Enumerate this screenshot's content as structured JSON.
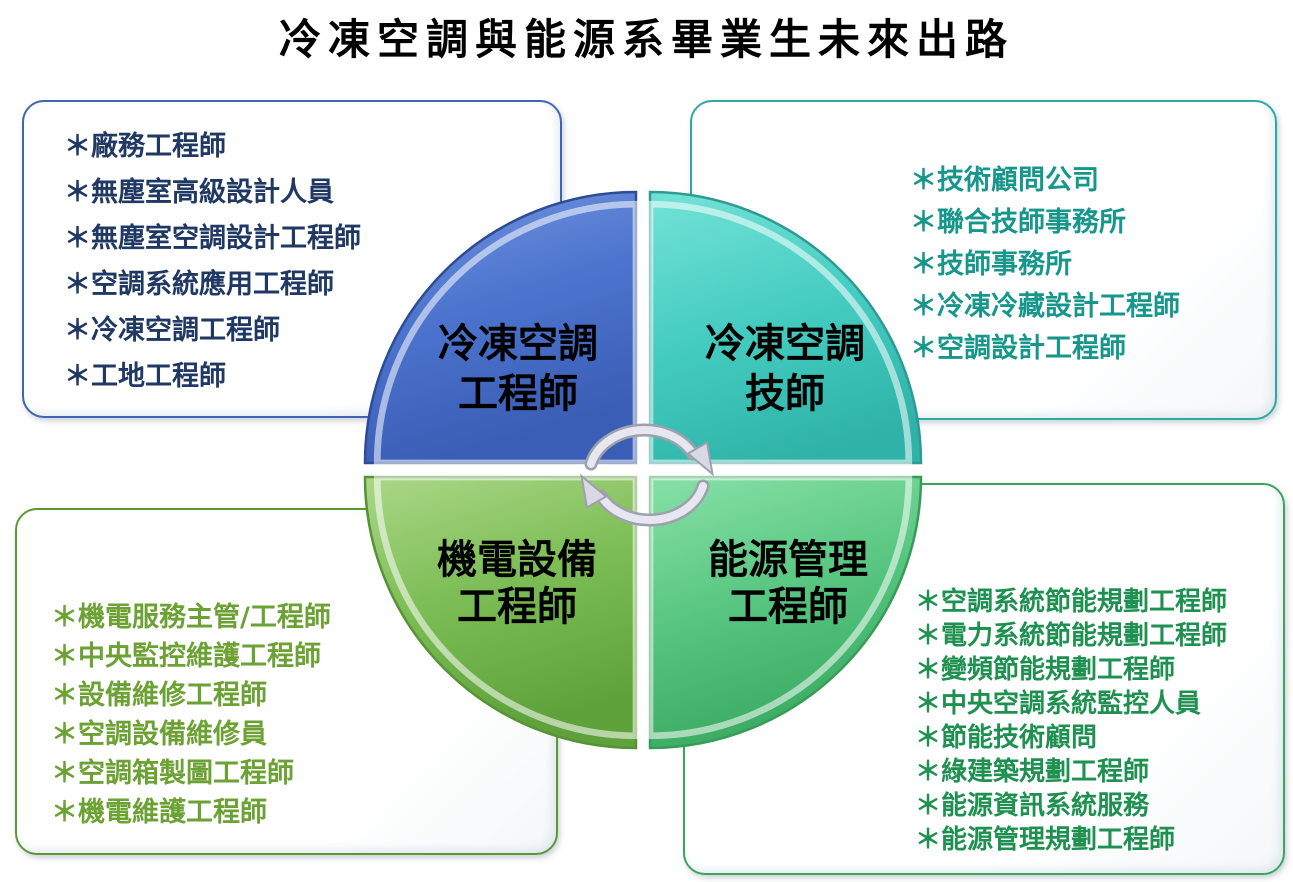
{
  "title": "冷凍空調與能源系畢業生未來出路",
  "diagram": {
    "type": "cycle-matrix",
    "center_icon": "rotation-cycle-arrows",
    "quadrants": {
      "top_left": {
        "label": "冷凍空調工程師",
        "lines": [
          "冷凍空調",
          "工程師"
        ],
        "color": "#4C74CE"
      },
      "top_right": {
        "label": "冷凍空調技師",
        "lines": [
          "冷凍空調",
          "技師"
        ],
        "color": "#45CCC0"
      },
      "bottom_left": {
        "label": "機電設備工程師",
        "lines": [
          "機電設備",
          "工程師"
        ],
        "color": "#7CBD55"
      },
      "bottom_right": {
        "label": "能源管理工程師",
        "lines": [
          "能源管理",
          "工程師"
        ],
        "color": "#55C47E"
      }
    }
  },
  "boxes": {
    "top_left": {
      "text_color": "#1F3864",
      "border_color": "#3F64B0",
      "items": [
        "＊廠務工程師",
        "＊無塵室高級設計人員",
        "＊無塵室空調設計工程師",
        "＊空調系統應用工程師",
        "＊冷凍空調工程師",
        "＊工地工程師"
      ]
    },
    "top_right": {
      "text_color": "#17968C",
      "border_color": "#2FA8A0",
      "items": [
        "＊技術顧問公司",
        "＊聯合技師事務所",
        "＊技師事務所",
        "＊冷凍冷藏設計工程師",
        "＊空調設計工程師"
      ]
    },
    "bottom_left": {
      "text_color": "#6CA234",
      "border_color": "#5E9732",
      "items": [
        "＊機電服務主管/工程師",
        "＊中央監控維護工程師",
        "＊設備維修工程師",
        "＊空調設備維修員",
        "＊空調箱製圖工程師",
        "＊機電維護工程師"
      ]
    },
    "bottom_right": {
      "text_color": "#1E9150",
      "border_color": "#3BA55D",
      "items": [
        "＊空調系統節能規劃工程師",
        "＊電力系統節能規劃工程師",
        "＊變頻節能規劃工程師",
        "＊中央空調系統監控人員",
        "＊節能技術顧問",
        "＊綠建築規劃工程師",
        "＊能源資訊系統服務",
        "＊能源管理規劃工程師"
      ]
    }
  }
}
